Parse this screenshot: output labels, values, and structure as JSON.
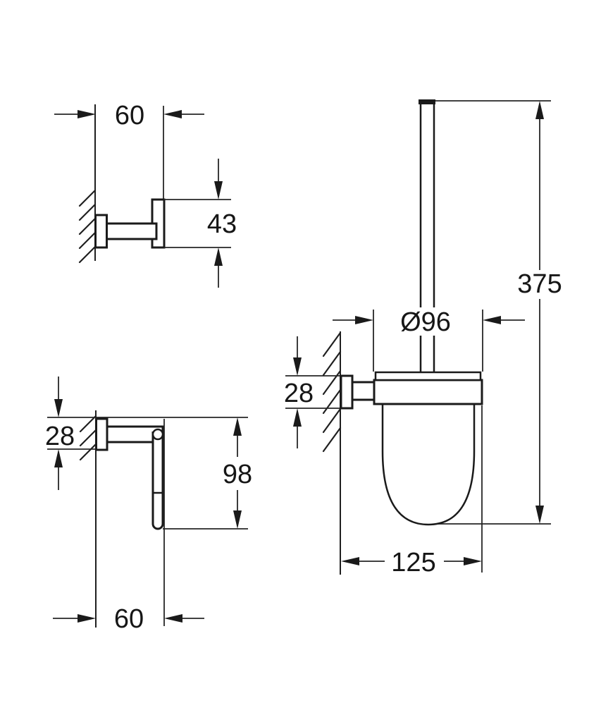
{
  "colors": {
    "background": "#ffffff",
    "line": "#1a1a1a",
    "text": "#161616"
  },
  "views": {
    "hook": {
      "dim_width_mm": "60",
      "dim_height_mm": "43"
    },
    "paper_holder": {
      "dim_plate_mm": "28",
      "dim_height_mm": "98",
      "dim_depth_mm": "60"
    },
    "brush_holder": {
      "dim_height_mm": "375",
      "dim_diameter_mm": "Ø96",
      "dim_plate_mm": "28",
      "dim_depth_mm": "125"
    }
  }
}
